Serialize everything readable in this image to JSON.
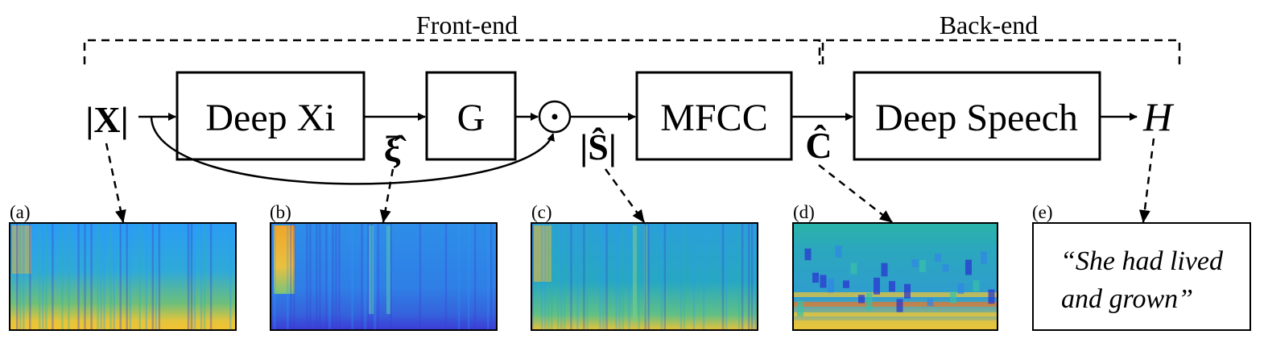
{
  "sections": {
    "front_end": "Front-end",
    "back_end": "Back-end"
  },
  "blocks": {
    "deep_xi": "Deep Xi",
    "gain": "G",
    "mfcc": "MFCC",
    "deep_speech": "Deep Speech"
  },
  "symbols": {
    "input_mag": "|X|",
    "xi_hat": "ξ̂",
    "s_hat_mag": "|Ŝ|",
    "c_hat": "Ĉ",
    "output": "H",
    "multiply": "⊙"
  },
  "panels": [
    {
      "label": "(a)",
      "kind": "spectrogram"
    },
    {
      "label": "(b)",
      "kind": "a-priori-snr"
    },
    {
      "label": "(c)",
      "kind": "enhanced-spectrogram"
    },
    {
      "label": "(d)",
      "kind": "mfcc"
    },
    {
      "label": "(e)",
      "kind": "transcript"
    }
  ],
  "transcript": {
    "line1": "“She had lived",
    "line2": "and grown”"
  },
  "colors": {
    "heat_low": "#3b3bd6",
    "heat_mid": "#2a9df4",
    "heat_teal": "#2bb3a8",
    "heat_high": "#f2c431"
  }
}
